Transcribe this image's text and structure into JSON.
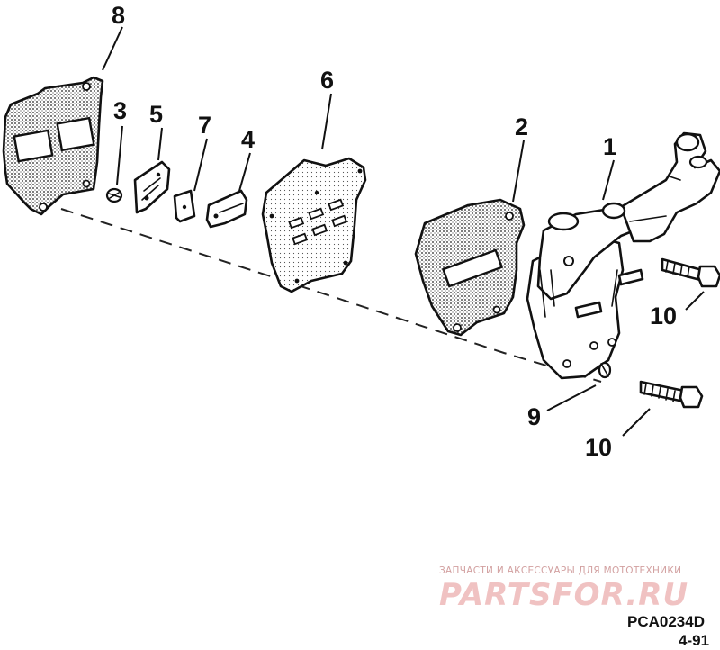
{
  "callouts": {
    "c8": "8",
    "c3": "3",
    "c5": "5",
    "c7": "7",
    "c6": "6",
    "c4": "4",
    "c2": "2",
    "c1": "1",
    "c10a": "10",
    "c9": "9",
    "c10b": "10"
  },
  "watermark": {
    "tagline": "ЗАПЧАСТИ И АКСЕССУАРЫ ДЛЯ МОТОТЕХНИКИ",
    "logo": "PARTSFOR.RU",
    "color": "#f0c2c2"
  },
  "reference": {
    "code": "PCA0234D",
    "date": "4-91"
  }
}
